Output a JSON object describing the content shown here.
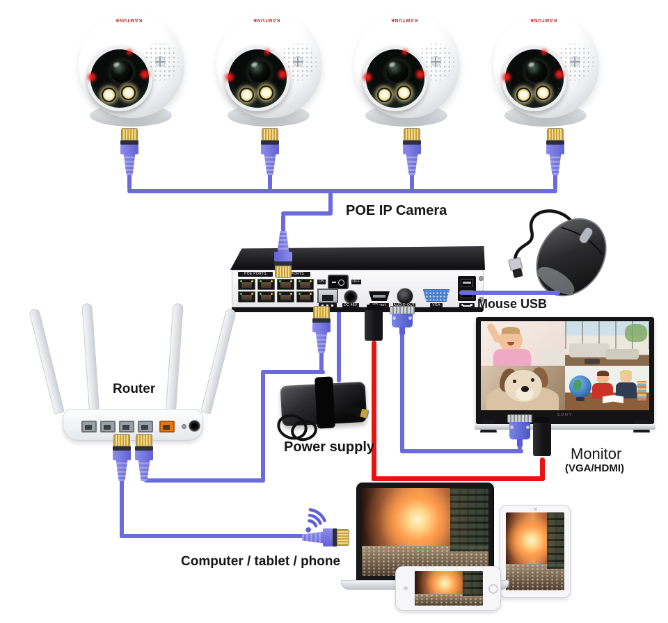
{
  "labels": {
    "poe_ip_camera": "POE IP Camera",
    "mouse_usb": "Mouse USB",
    "router": "Router",
    "power_supply": "Power supply",
    "monitor": "Monitor",
    "monitor_sub": "(VGA/HDMI)",
    "computer_tablet_phone": "Computer / tablet / phone"
  },
  "cameras": {
    "count": 4,
    "brand_text": "KAMTUNE"
  },
  "nvr": {
    "poe_label": "POE PORTS",
    "switch_on": "ON",
    "switch_off": "OFF",
    "dc_label": "DC 48V",
    "hdmi_label": "HD port",
    "audio_label": "AUDIO-OUT",
    "vga_label": "VGA"
  },
  "monitor": {
    "brand_text": "SONY",
    "views": [
      "baby",
      "living-room",
      "dog",
      "kids-reading"
    ]
  },
  "colors": {
    "cable_blue": "#6b6bdb",
    "cable_red": "#e81414",
    "vga_port_blue": "#4a7fd0",
    "wan_port_orange": "#e07818",
    "camera_brand_red": "#b83030",
    "wifi_icon_blue": "#5f5fd8"
  }
}
